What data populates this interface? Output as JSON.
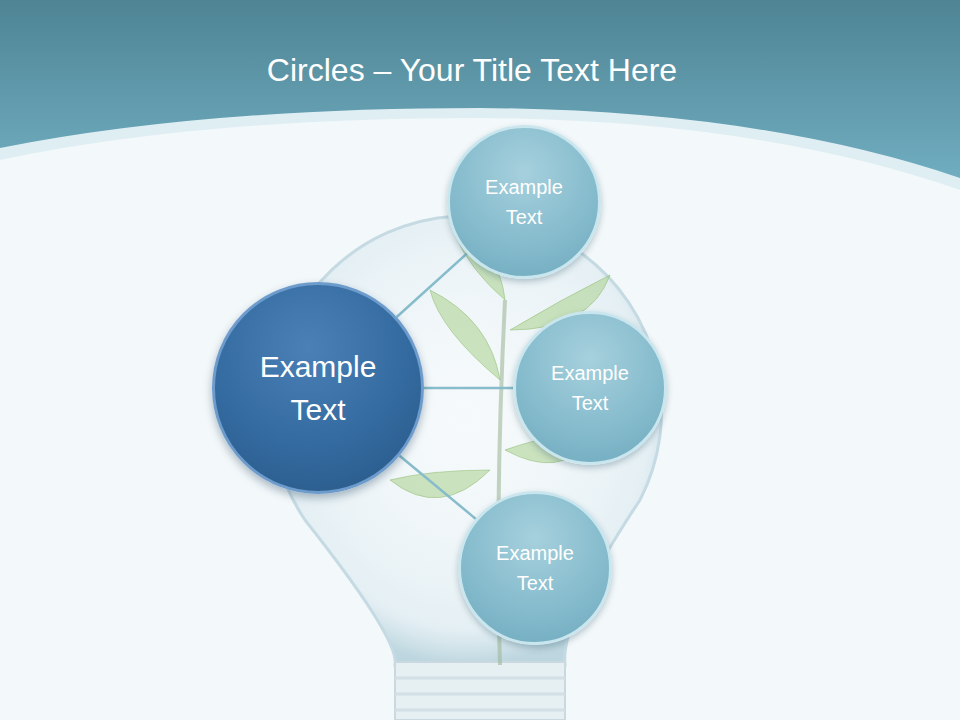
{
  "diagram": {
    "title": "Circles – Your Title Text Here",
    "nodes": [
      {
        "text": [
          "Example Text"
        ]
      },
      {
        "text": [
          "Example Text"
        ]
      },
      {
        "text": [
          "Example Text"
        ]
      },
      {
        "text": [
          "Example Text"
        ]
      }
    ],
    "edges": [
      {
        "from": 0,
        "to": 1,
        "arrow": "none"
      },
      {
        "from": 0,
        "to": 2,
        "arrow": "none"
      },
      {
        "from": 0,
        "to": 3,
        "arrow": "none"
      }
    ]
  }
}
